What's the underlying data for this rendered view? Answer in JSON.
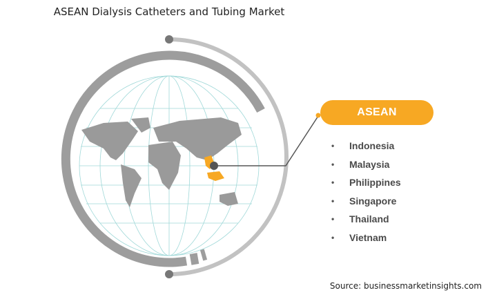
{
  "title": "ASEAN Dialysis Catheters and Tubing Market",
  "region_label": "ASEAN",
  "countries": [
    "Indonesia",
    "Malaysia",
    "Philippines",
    "Singapore",
    "Thailand",
    "Vietnam"
  ],
  "source": "Source: businessmarketinsights.com",
  "colors": {
    "accent": "#f7a823",
    "ring_dark": "#9b9b9b",
    "ring_light": "#bdbdbd",
    "land": "#9a9a9a",
    "grid": "#8fd3d3",
    "connector": "#555555"
  }
}
